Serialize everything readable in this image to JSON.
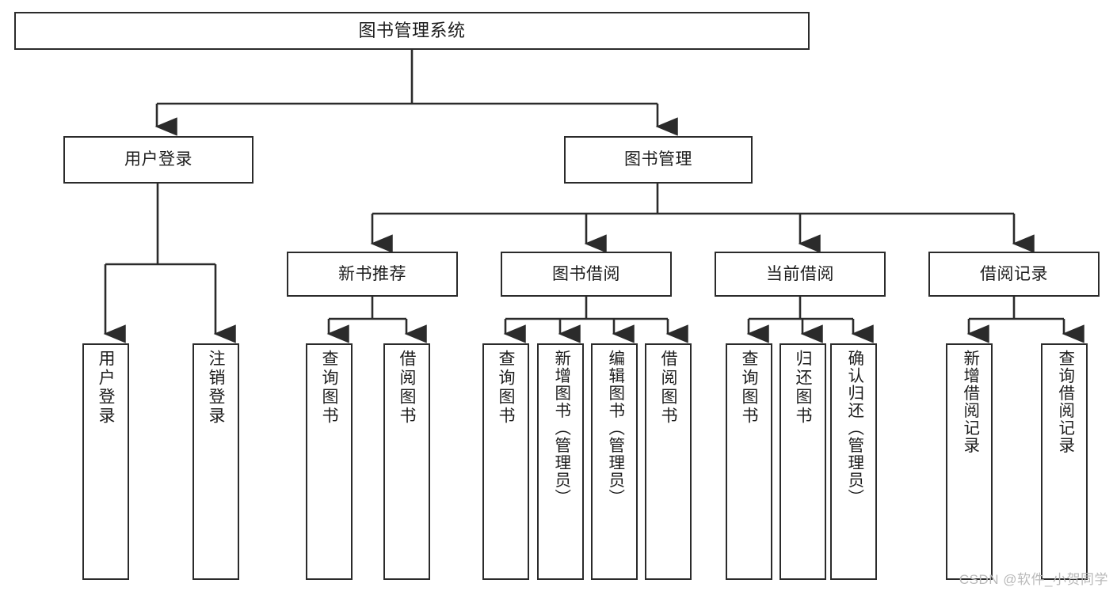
{
  "diagram": {
    "type": "tree-hierarchy-chart",
    "title": "图书管理系统",
    "orientation": "top-down",
    "line_color": "#2b2b2b",
    "box_fill": "#ffffff",
    "text_color": "#1d1d1d"
  },
  "nodes": {
    "root": {
      "label": "图书管理系统",
      "level": 0
    },
    "level1": [
      {
        "label": "用户登录",
        "level": 1
      },
      {
        "label": "图书管理",
        "level": 1
      }
    ],
    "level2": [
      {
        "label": "新书推荐",
        "level": 2,
        "parent": "图书管理"
      },
      {
        "label": "图书借阅",
        "level": 2,
        "parent": "图书管理"
      },
      {
        "label": "当前借阅",
        "level": 2,
        "parent": "图书管理"
      },
      {
        "label": "借阅记录",
        "level": 2,
        "parent": "图书管理"
      }
    ],
    "leaves": {
      "user_login": [
        {
          "label": "用户登录",
          "parent": "用户登录"
        },
        {
          "label": "注销登录",
          "parent": "用户登录"
        }
      ],
      "new_book_recommend": [
        {
          "label": "查询图书",
          "parent": "新书推荐"
        },
        {
          "label": "借阅图书",
          "parent": "新书推荐"
        }
      ],
      "book_borrow": [
        {
          "label": "查询图书",
          "parent": "图书借阅"
        },
        {
          "label": "新增图书（管理员）",
          "parent": "图书借阅"
        },
        {
          "label": "编辑图书（管理员）",
          "parent": "图书借阅"
        },
        {
          "label": "借阅图书",
          "parent": "图书借阅"
        }
      ],
      "current_borrow": [
        {
          "label": "查询图书",
          "parent": "当前借阅"
        },
        {
          "label": "归还图书",
          "parent": "当前借阅"
        },
        {
          "label": "确认归还（管理员）",
          "parent": "当前借阅"
        }
      ],
      "borrow_record": [
        {
          "label": "新增借阅记录",
          "parent": "借阅记录"
        },
        {
          "label": "查询借阅记录",
          "parent": "借阅记录"
        }
      ]
    }
  },
  "watermark": {
    "text": "CSDN @软件_小贺同学"
  }
}
